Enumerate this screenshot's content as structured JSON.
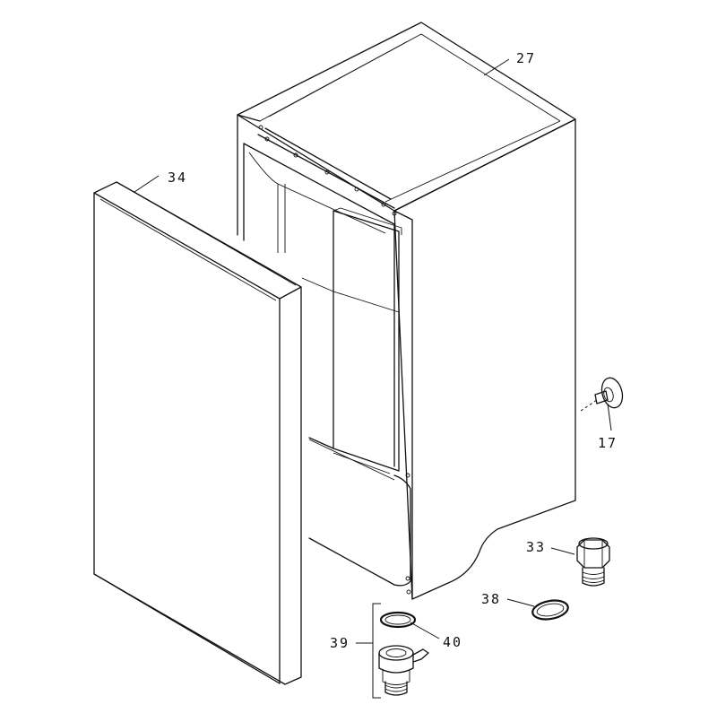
{
  "callouts": {
    "c27": "27",
    "c34": "34",
    "c17": "17",
    "c33": "33",
    "c38": "38",
    "c39": "39",
    "c40": "40"
  }
}
